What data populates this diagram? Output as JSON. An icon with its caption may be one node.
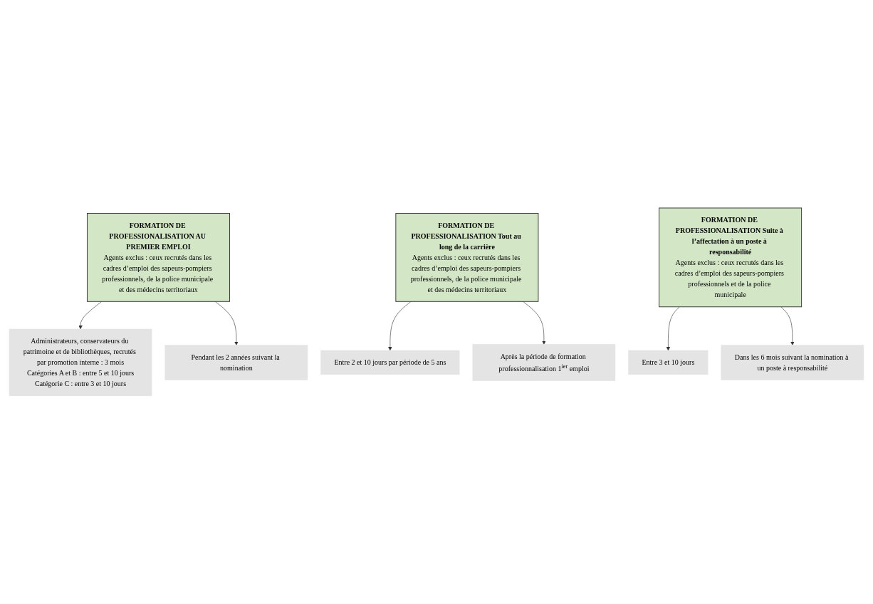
{
  "diagram": {
    "nodes": [
      {
        "text": [
          "FORMATION DE PROFESSIONALISATION AU PREMIER EMPLOI",
          "Agents exclus : ceux recrutés dans les cadres d’emploi des sapeurs-pompiers professionnels, de la police municipale et des médecins territoriaux"
        ]
      },
      {
        "text": [
          "Administrateurs, conservateurs du patrimoine et de bibliothèques, recrutés par promotion interne : 3 mois",
          "Catégories A et B : entre 5 et 10 jours",
          "Catégorie C : entre 3 et 10 jours"
        ]
      },
      {
        "text": [
          "Pendant les 2 années suivant la nomination"
        ]
      },
      {
        "text": [
          "FORMATION DE PROFESSIONALISATION Tout au long de la carrière",
          "Agents exclus : ceux recrutés dans les cadres d’emploi des sapeurs-pompiers professionnels, de la police municipale et des médecins territoriaux"
        ]
      },
      {
        "text": [
          "Entre 2 et 10 jours par période de 5 ans"
        ]
      },
      {
        "text": [
          "Après la période de formation professionnalisation 1$^{ier}$ emploi"
        ]
      },
      {
        "text": [
          "FORMATION DE PROFESSIONALISATION Suite à l’affectation à un poste à responsabilité",
          "Agents exclus : ceux recrutés dans les cadres d’emploi des sapeurs-pompiers professionnels et de la police municipale"
        ]
      },
      {
        "text": [
          "Entre 3 et 10 jours"
        ]
      },
      {
        "text": [
          "Dans les 6 mois suivant la nomination à un poste à responsabilité"
        ]
      }
    ],
    "edges": [
      {
        "from": 0,
        "to": 1,
        "arrow": "to"
      },
      {
        "from": 0,
        "to": 2,
        "arrow": "to"
      },
      {
        "from": 3,
        "to": 4,
        "arrow": "to"
      },
      {
        "from": 3,
        "to": 5,
        "arrow": "to"
      },
      {
        "from": 6,
        "to": 7,
        "arrow": "to"
      },
      {
        "from": 6,
        "to": 8,
        "arrow": "to"
      }
    ]
  }
}
